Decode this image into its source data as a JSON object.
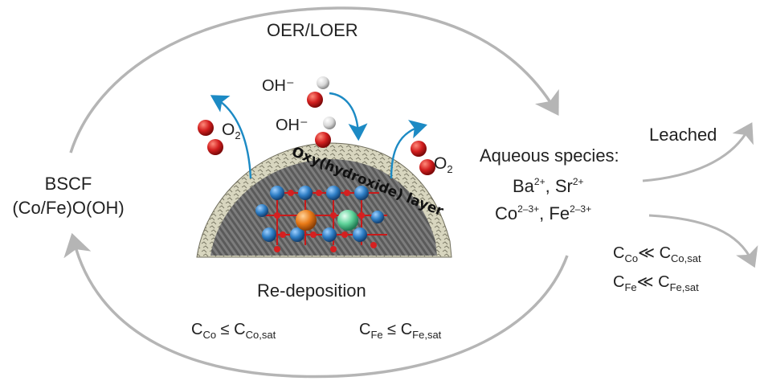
{
  "labels": {
    "oer": "OER/LOER",
    "bscf_line1": "BSCF",
    "bscf_line2": "(Co/Fe)O(OH)",
    "redeposition": "Re-deposition",
    "aqueous_title": "Aqueous species:",
    "leached": "Leached",
    "oh_top": "OH⁻",
    "oh_mid": "OH⁻",
    "o2_left": "O",
    "o2_left_sub": "2",
    "o2_right": "O",
    "o2_right_sub": "2",
    "layer": "Oxy(hydroxide) layer"
  },
  "ions": {
    "ba": "Ba",
    "ba_charge": "2+",
    "sr": "Sr",
    "sr_charge": "2+",
    "co": "Co",
    "co_charge": "2–3+",
    "fe": "Fe",
    "fe_charge": "2–3+",
    "sep": ", "
  },
  "equations": {
    "left_co": {
      "a": "C",
      "a_sub": "Co",
      "op": " ≤ ",
      "b": "C",
      "b_sub": "Co,sat"
    },
    "left_fe": {
      "a": "C",
      "a_sub": "Fe",
      "op": " ≤ ",
      "b": "C",
      "b_sub": "Fe,sat"
    },
    "right_co": {
      "a": "C",
      "a_sub": "Co",
      "op": "≪ ",
      "b": "C",
      "b_sub": "Co,sat"
    },
    "right_fe": {
      "a": "C",
      "a_sub": "Fe",
      "op": "≪ ",
      "b": "C",
      "b_sub": "Fe,sat"
    }
  },
  "colors": {
    "cycle_arrow": "#b5b5b5",
    "blue_arrow": "#1c8ac4",
    "oxygen_atom": "#c81a1a",
    "hydrogen_atom": "#dcdcdc",
    "layer_fill": "#d8d6bf",
    "b_site": "#2f7fc6",
    "a_site_orange": "#e87a17",
    "a_site_green": "#5fd39a"
  }
}
